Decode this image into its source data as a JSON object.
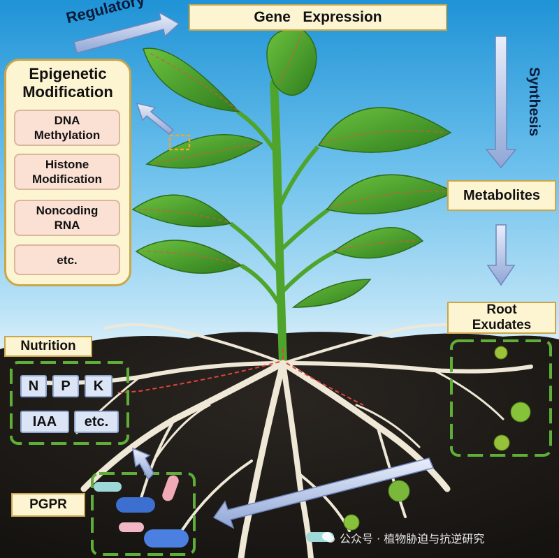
{
  "labels": {
    "regulatory": "Regulatory",
    "gene_expression": "Gene   Expression",
    "synthesis": "Synthesis",
    "metabolites": "Metabolites",
    "root_exudates": "Root\nExudates",
    "epigenetic_title": "Epigenetic\nModification",
    "epigenetic_items": [
      "DNA\nMethylation",
      "Histone\nModification",
      "Noncoding\nRNA",
      "etc."
    ],
    "nutrition": "Nutrition",
    "nutrients": [
      "N",
      "P",
      "K",
      "IAA",
      "etc."
    ],
    "pgpr": "PGPR"
  },
  "watermark": "公众号 · 植物胁迫与抗逆研究",
  "icons": {
    "watermark_icon": "wechat-icon"
  },
  "colors": {
    "sky_top": "#1f93d6",
    "soil": "#1d1a17",
    "leaf": "#3f9a2a",
    "root": "#efe8d6",
    "dashed_green": "#5fae38",
    "arrow_blue": "#8fa6d6",
    "box_cream": "#fdf4d2",
    "box_pink": "#fbe0d4",
    "box_blue": "#dbe5f5"
  }
}
